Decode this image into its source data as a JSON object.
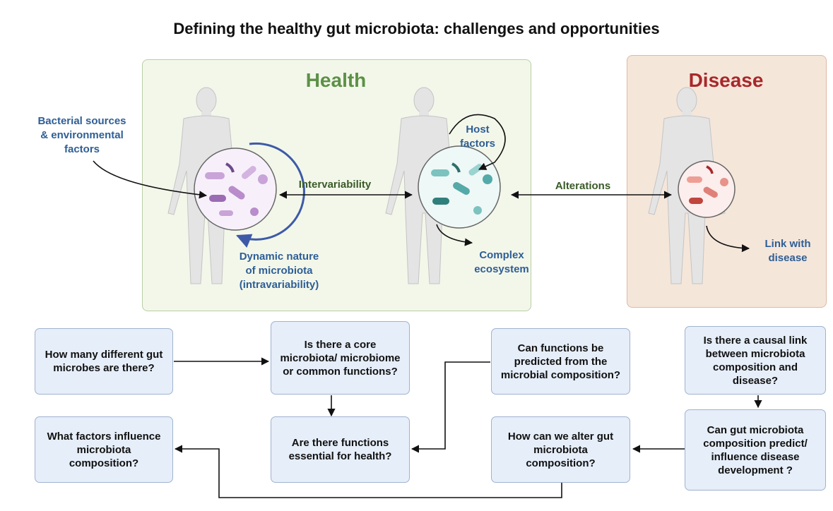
{
  "title": "Defining the healthy gut microbiota: challenges and opportunities",
  "panels": {
    "health": "Health",
    "disease": "Disease"
  },
  "labels": {
    "bacterial_sources": "Bacterial sources\n& environmental\nfactors",
    "intervariability": "Intervariability",
    "host_factors": "Host\nfactors",
    "alterations": "Alterations",
    "dynamic_nature": "Dynamic nature\nof microbiota\n(intravariability)",
    "complex_ecosystem": "Complex\necosystem",
    "link_disease": "Link with\ndisease"
  },
  "questions": {
    "q1": "How many different gut microbes are there?",
    "q2": "Is there a core microbiota/ microbiome or common functions?",
    "q3": "Can functions be predicted from the microbial composition?",
    "q4": "Is there a causal link between microbiota composition and disease?",
    "q5": "What factors influence microbiota composition?",
    "q6": "Are there functions essential for health?",
    "q7": "How can we alter gut microbiota composition?",
    "q8": "Can gut microbiota composition predict/ influence disease development ?"
  },
  "colors": {
    "health_title": "#5c9146",
    "disease_title": "#a8282b",
    "label_blue": "#2e5e96",
    "label_green": "#3a5a28",
    "microbe_purple": "#b98ccb",
    "microbe_teal": "#54aaa8",
    "microbe_red": "#df8178"
  }
}
